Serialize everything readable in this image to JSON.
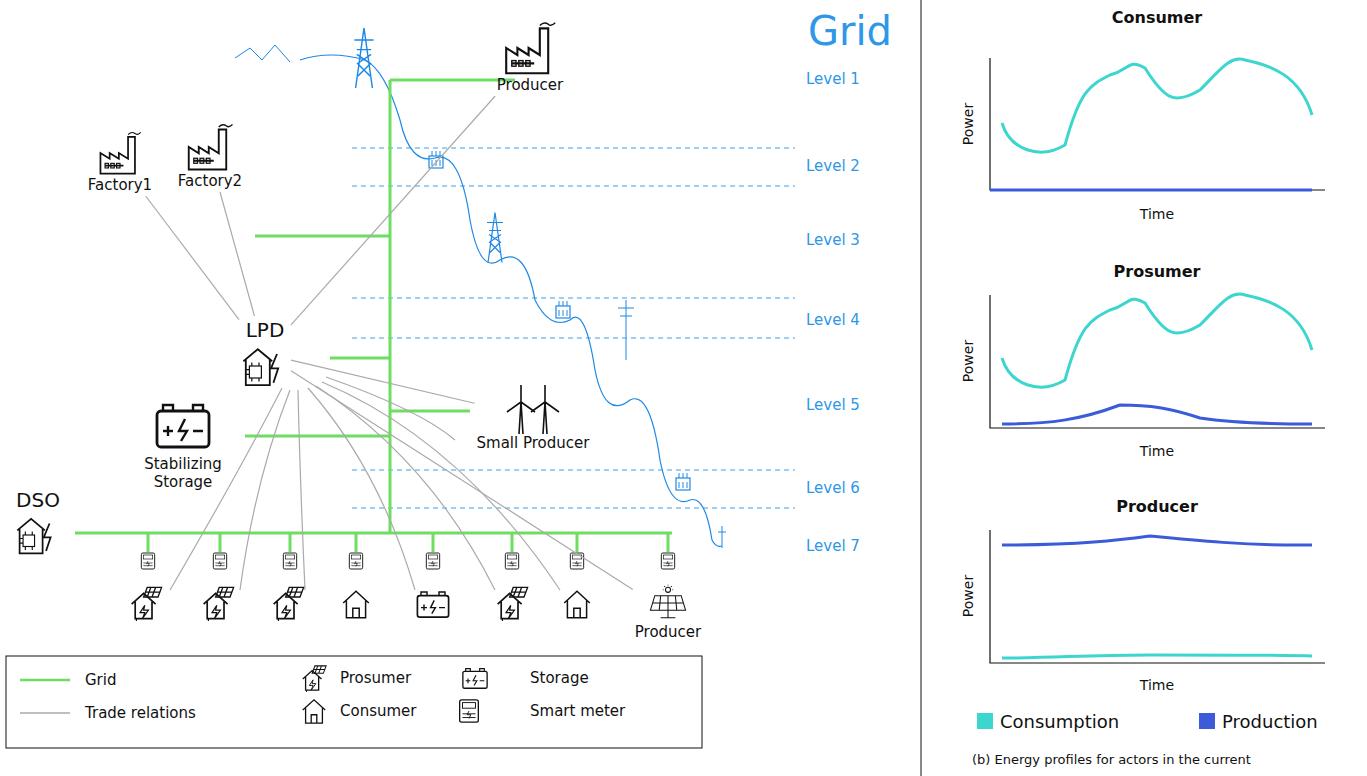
{
  "diagram": {
    "caption": "(b) Energy profiles for actors in the current",
    "nodes": [
      {
        "text": [
          "Producer"
        ]
      },
      {
        "text": [
          "Factory1"
        ]
      },
      {
        "text": [
          "Factory2"
        ]
      },
      {
        "text": [
          "LPD"
        ]
      },
      {
        "text": [
          "Stabilizing Storage"
        ]
      },
      {
        "text": [
          "Small Producer"
        ]
      },
      {
        "text": [
          "DSO"
        ]
      },
      {
        "text": [
          "Producer"
        ]
      }
    ],
    "edges": [
      {
        "from": 3,
        "to": 1,
        "arrow": "none"
      },
      {
        "from": 3,
        "to": 2,
        "arrow": "none"
      },
      {
        "from": 3,
        "to": 0,
        "arrow": "none"
      },
      {
        "from": 3,
        "to": 5,
        "arrow": "none"
      },
      {
        "from": 3,
        "to": 7,
        "arrow": "none"
      }
    ],
    "labels": [
      "Grid",
      "Level 1",
      "Level 2",
      "Level 3",
      "Level 4",
      "Level 5",
      "Level 6",
      "Level 7",
      "Consumer",
      "Power",
      "Time",
      "Prosumer",
      "Power",
      "Time",
      "Producer",
      "Power",
      "Time"
    ],
    "legend": [
      {
        "text": "Grid"
      },
      {
        "text": "Trade relations"
      },
      {
        "text": "Prosumer"
      },
      {
        "text": "Consumer"
      },
      {
        "text": "Storage"
      },
      {
        "text": "Smart meter"
      },
      {
        "text": "Consumption",
        "color": "#3dd6cf"
      },
      {
        "text": "Production",
        "color": "#3b5bd9"
      }
    ]
  }
}
